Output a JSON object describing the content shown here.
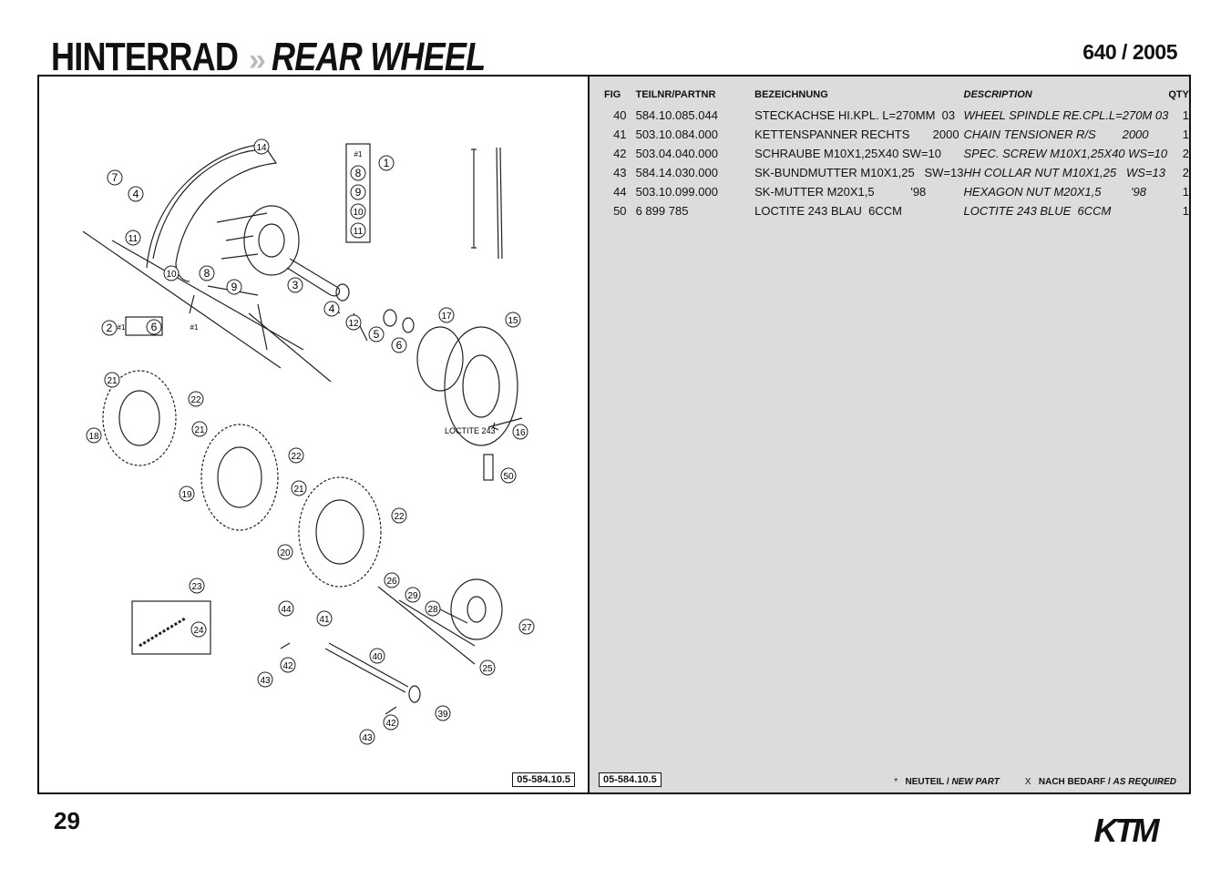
{
  "header": {
    "title_de": "HINTERRAD",
    "separator": "»",
    "title_en": "REAR WHEEL",
    "model": "640 / 2005"
  },
  "diagram": {
    "figure_code": "05-584.10.5",
    "loctite_label": "LOCTITE 243",
    "callouts": [
      "1",
      "2",
      "3",
      "4",
      "4",
      "5",
      "6",
      "6",
      "7",
      "8",
      "8",
      "9",
      "9",
      "10",
      "10",
      "11",
      "11",
      "12",
      "14",
      "15",
      "16",
      "17",
      "18",
      "19",
      "20",
      "21",
      "21",
      "21",
      "22",
      "22",
      "22",
      "23",
      "24",
      "25",
      "26",
      "27",
      "28",
      "29",
      "39",
      "40",
      "41",
      "42",
      "42",
      "43",
      "43",
      "44",
      "50"
    ],
    "kit_marker": "#1"
  },
  "parts_table": {
    "figure_code": "05-584.10.5",
    "headers": {
      "fig": "FIG",
      "partnr": "TEILNR/PARTNR",
      "bezeichnung": "BEZEICHNUNG",
      "description": "DESCRIPTION",
      "qty": "QTY"
    },
    "rows": [
      {
        "fig": "40",
        "partnr": "584.10.085.044",
        "bezeichnung": "STECKACHSE HI.KPL. L=270MM  03",
        "description": "WHEEL SPINDLE RE.CPL.L=270M 03",
        "qty": "1"
      },
      {
        "fig": "41",
        "partnr": "503.10.084.000",
        "bezeichnung": "KETTENSPANNER RECHTS       2000",
        "description": "CHAIN TENSIONER R/S        2000",
        "qty": "1"
      },
      {
        "fig": "42",
        "partnr": "503.04.040.000",
        "bezeichnung": "SCHRAUBE M10X1,25X40 SW=10",
        "description": "SPEC. SCREW M10X1,25X40 WS=10",
        "qty": "2"
      },
      {
        "fig": "43",
        "partnr": "584.14.030.000",
        "bezeichnung": "SK-BUNDMUTTER M10X1,25   SW=13",
        "description": "HH COLLAR NUT M10X1,25   WS=13",
        "qty": "2"
      },
      {
        "fig": "44",
        "partnr": "503.10.099.000",
        "bezeichnung": "SK-MUTTER M20X1,5           '98",
        "description": "HEXAGON NUT M20X1,5         '98",
        "qty": "1"
      },
      {
        "fig": "50",
        "partnr": "6 899 785",
        "bezeichnung": "LOCTITE 243 BLAU  6CCM",
        "description": "LOCTITE 243 BLUE  6CCM",
        "qty": "1"
      }
    ],
    "legend": {
      "new_symbol": "*",
      "new_de": "NEUTEIL /",
      "new_en": "NEW PART",
      "req_symbol": "X",
      "req_de": "NACH BEDARF /",
      "req_en": "AS REQUIRED"
    }
  },
  "footer": {
    "page_number": "29",
    "brand": "KTM"
  }
}
